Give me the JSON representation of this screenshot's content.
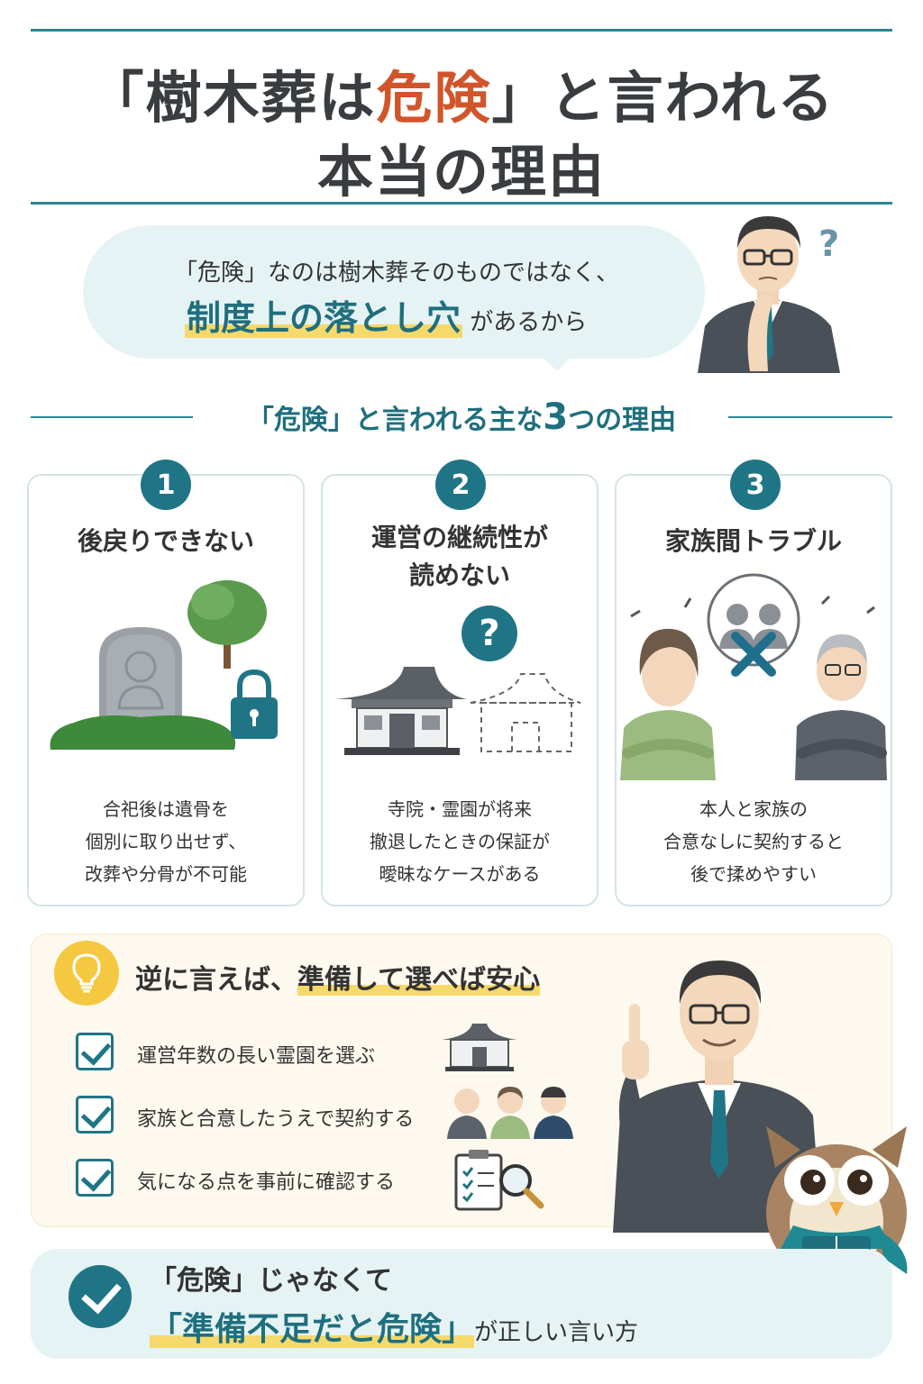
{
  "title": {
    "line1_before": "「樹木葬は",
    "line1_accent": "危険",
    "line1_after": "」と言われる",
    "line2": "本当の理由"
  },
  "bubble": {
    "line1": "「危険」なのは樹木葬そのものではなく、",
    "highlight": "制度上の落とし穴",
    "line2_after": "があるから",
    "question_mark": "?"
  },
  "section": {
    "before": "「危険」と言われる主な",
    "number": "3",
    "after": "つの理由"
  },
  "reasons": [
    {
      "number": "1",
      "title_line1": "後戻りできない",
      "title_line2": "",
      "desc": [
        "合祀後は遺骨を",
        "個別に取り出せず、",
        "改葬や分骨が不可能"
      ]
    },
    {
      "number": "2",
      "title_line1": "運営の継続性が",
      "title_line2": "読めない",
      "question_mark": "?",
      "desc": [
        "寺院・霊園が将来",
        "撤退したときの保証が",
        "曖昧なケースがある"
      ]
    },
    {
      "number": "3",
      "title_line1": "家族間トラブル",
      "title_line2": "",
      "desc": [
        "本人と家族の",
        "合意なしに契約すると",
        "後で揉めやすい"
      ]
    }
  ],
  "tip": {
    "heading_before": "逆に言えば、",
    "heading_highlight": "準備して選べば安心",
    "items": [
      "運営年数の長い霊園を選ぶ",
      "家族と合意したうえで契約する",
      "気になる点を事前に確認する"
    ]
  },
  "conclusion": {
    "line1": "「危険」じゃなくて",
    "highlight": "「準備不足だと危険」",
    "line2_after": "が正しい言い方"
  },
  "colors": {
    "teal": "#1f7585",
    "accent_red": "#d1552b",
    "highlight_yellow": "#f6d96b",
    "bubble_bg": "#e6f3f4",
    "tip_bg": "#fdf9ee"
  },
  "icons": [
    "question-icon",
    "tree-icon",
    "gravestone-icon",
    "lock-icon",
    "temple-icon",
    "people-cross-icon",
    "lightbulb-icon",
    "check-icon",
    "clipboard-magnifier-icon",
    "owl-mascot",
    "businessman-illustration"
  ]
}
